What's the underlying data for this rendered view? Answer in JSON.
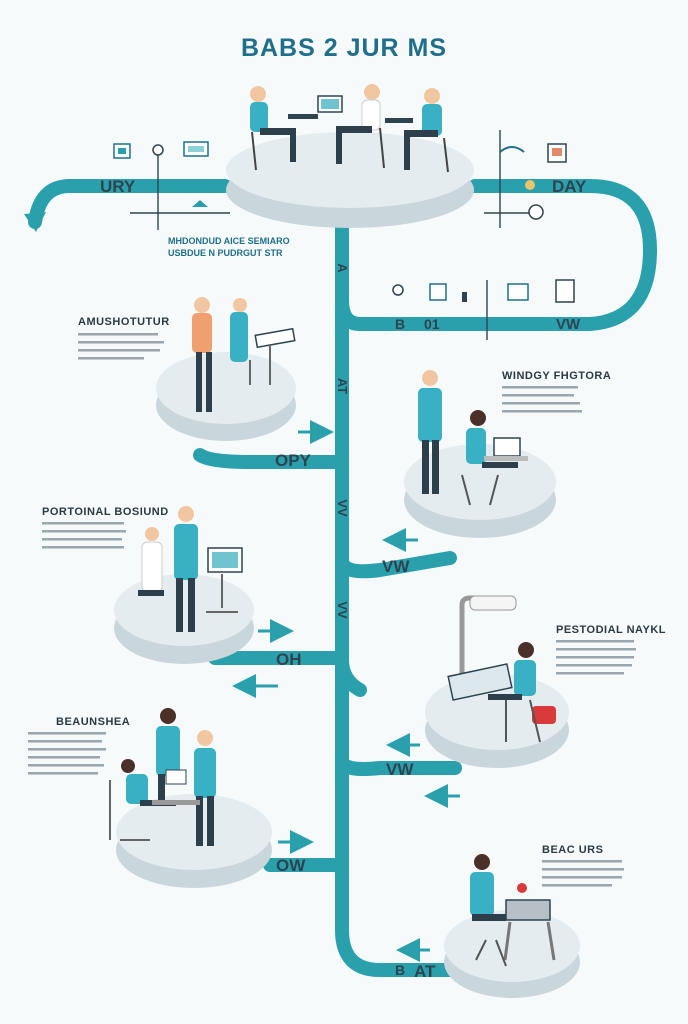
{
  "title": "BABS 2 JUR MS",
  "subtitle": {
    "line1": "MHDONDUD AICE SEMIARO",
    "line2": "USBDUE N PUDRGUT STR"
  },
  "path_labels": {
    "top_left": "URY",
    "top_right": "DAY",
    "right_bottom_num": "01",
    "right_bottom_letter": "B",
    "right_bottom_w": "VW",
    "opy": "OPY",
    "vw_mid": "VW",
    "oh": "OH",
    "vw_low": "VW",
    "ow": "OW",
    "at": "AT",
    "at_prefix": "B",
    "vert_a": "A",
    "vert_b": "AT",
    "vert_vv": "VV",
    "vert_vv2": "VV"
  },
  "stations": [
    {
      "heading": "AMUSHOTUTUR"
    },
    {
      "heading": "WINDGY FHGTORA"
    },
    {
      "heading": "PORTOINAL BOSIUND"
    },
    {
      "heading": "PESTODIAL NAYKL"
    },
    {
      "heading": "BEAUNSHEA"
    },
    {
      "heading": "BEAC URS"
    }
  ],
  "colors": {
    "path": "#2aa0ac",
    "teal_shirt": "#3ab0c4",
    "platform": "#e4ecef",
    "platform_side": "#c9d6db",
    "dark": "#2d3f4a"
  }
}
